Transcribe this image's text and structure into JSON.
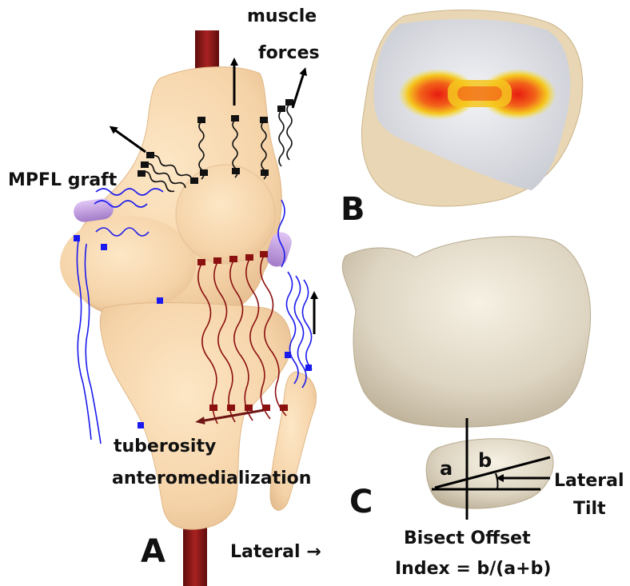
{
  "labels": {
    "muscle_forces_line1": "muscle",
    "muscle_forces_line2": "forces",
    "mpfl_graft": "MPFL graft",
    "tuberosity_line1": "tuberosity",
    "tuberosity_line2": "anteromedialization",
    "panel_a": "A",
    "panel_b": "B",
    "panel_c": "C",
    "lateral_direction": "Lateral →",
    "lateral_tilt_line1": "Lateral",
    "lateral_tilt_line2": "Tilt",
    "bisect_offset_line1": "Bisect Offset",
    "bisect_offset_line2": "Index = b/(a+b)",
    "segment_a": "a",
    "segment_b": "b"
  },
  "colors": {
    "bone": "#f7d9b3",
    "bone_shadow": "#e4bf93",
    "rod": "#8b1a1a",
    "blue_ligament": "#1a1aee",
    "red_ligament": "#8b1010",
    "graft_purple": "#c9a2e6",
    "gray_bone": "#d9d2c2",
    "cartilage": "#dcdde3"
  },
  "icons": {
    "arrow": "arrow-icon",
    "spring": "spring-icon"
  }
}
